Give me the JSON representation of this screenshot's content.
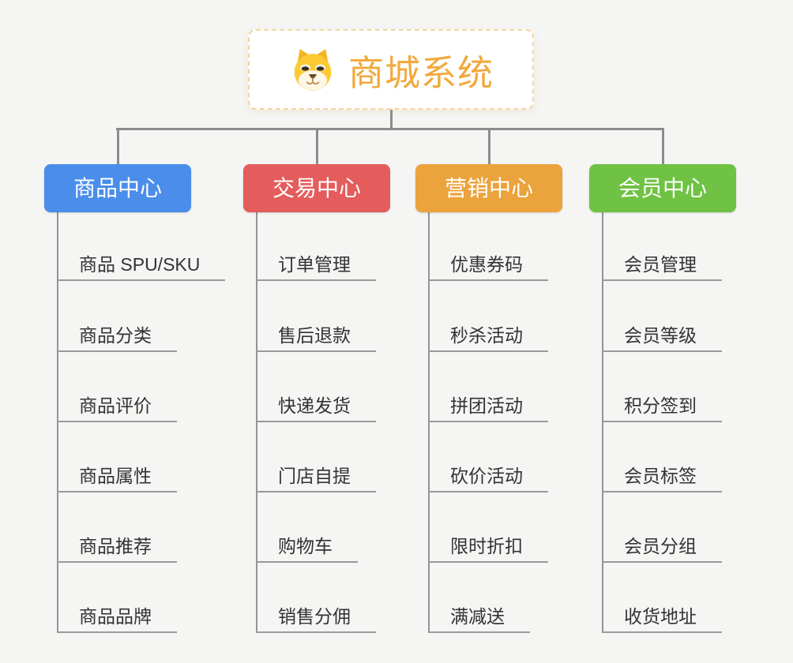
{
  "page": {
    "background": "#f5f5f4"
  },
  "root": {
    "title": "商城系统",
    "icon": "dog-face-icon",
    "text_color": "#f1a93c",
    "border_color": "#f5d5a0",
    "background": "#ffffff"
  },
  "connectors": {
    "color": "#8c8c8c",
    "leaf_line_color": "#9a9a9a"
  },
  "leaf_text_color": "#333333",
  "branches": [
    {
      "label": "商品中心",
      "color": "#4a8deb",
      "children": [
        "商品 SPU/SKU",
        "商品分类",
        "商品评价",
        "商品属性",
        "商品推荐",
        "商品品牌"
      ]
    },
    {
      "label": "交易中心",
      "color": "#e45c5c",
      "children": [
        "订单管理",
        "售后退款",
        "快递发货",
        "门店自提",
        "购物车",
        "销售分佣"
      ]
    },
    {
      "label": "营销中心",
      "color": "#eba33c",
      "children": [
        "优惠券码",
        "秒杀活动",
        "拼团活动",
        "砍价活动",
        "限时折扣",
        "满减送"
      ]
    },
    {
      "label": "会员中心",
      "color": "#6fc243",
      "children": [
        "会员管理",
        "会员等级",
        "积分签到",
        "会员标签",
        "会员分组",
        "收货地址"
      ]
    }
  ]
}
